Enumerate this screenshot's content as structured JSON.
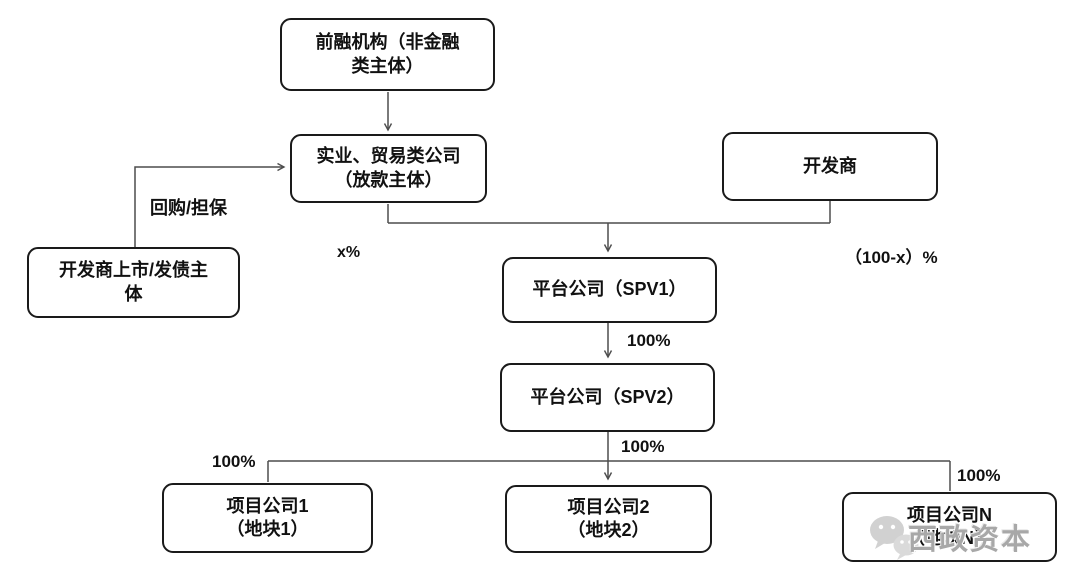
{
  "nodes": {
    "pre_financing": {
      "line1": "前融机构（非金融",
      "line2": "类主体）"
    },
    "lender": {
      "line1": "实业、贸易类公司",
      "line2": "（放款主体）"
    },
    "developer": {
      "line1": "开发商",
      "line2": ""
    },
    "developer_listed": {
      "line1": "开发商上市/发债主",
      "line2": "体"
    },
    "spv1": {
      "line1": "平台公司（SPV1）",
      "line2": ""
    },
    "spv2": {
      "line1": "平台公司（SPV2）",
      "line2": ""
    },
    "project1": {
      "line1": "项目公司1",
      "line2": "（地块1）"
    },
    "project2": {
      "line1": "项目公司2",
      "line2": "（地块2）"
    },
    "project_n": {
      "line1": "项目公司N",
      "line2": "（地块N）"
    }
  },
  "edge_labels": {
    "repurchase_guarantee": "回购/担保",
    "x_percent": "x%",
    "hundred_minus_x_percent": "（100-x）%",
    "spv1_to_spv2": "100%",
    "spv2_to_projects": "100%",
    "to_project1": "100%",
    "to_project_n": "100%"
  },
  "watermark": {
    "text": "西政资本",
    "icon": "wechat-icon"
  },
  "colors": {
    "box_border": "#1a1a1a",
    "connector": "#4d4d4d",
    "watermark_text": "#a8a8a8"
  }
}
